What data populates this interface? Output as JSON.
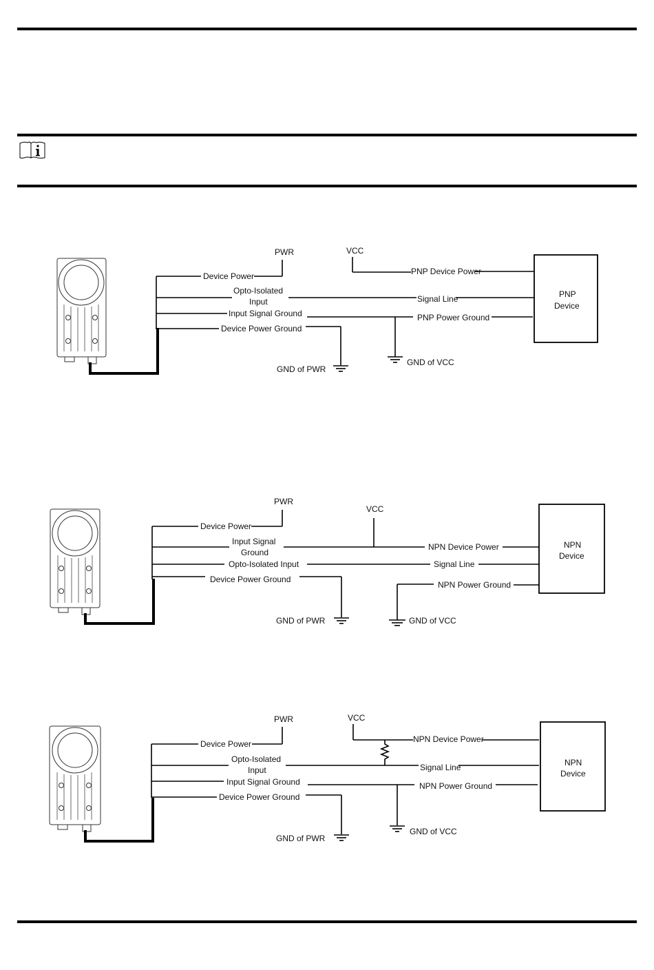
{
  "page": {
    "rules": [
      "top-rule",
      "note-top-rule",
      "note-bottom-rule",
      "footer-rule"
    ],
    "note_icon": "info-book-icon"
  },
  "diagrams": [
    {
      "id": "pnp",
      "camera_icon": "camera-icon",
      "pwr": "PWR",
      "vcc": "VCC",
      "device_power": "Device Power",
      "line2_a": "Opto-Isolated",
      "line2_b": "Input",
      "line3_a": "Input Signal Ground",
      "line3_b": "",
      "device_power_ground": "Device Power Ground",
      "gnd_pwr": "GND of PWR",
      "gnd_vcc": "GND of VCC",
      "ext_power": "PNP Device Power",
      "signal_line": "Signal Line",
      "ext_ground": "PNP Power Ground",
      "device_a": "PNP",
      "device_b": "Device"
    },
    {
      "id": "npn",
      "camera_icon": "camera-icon",
      "pwr": "PWR",
      "vcc": "VCC",
      "device_power": "Device Power",
      "line2_a": "Input Signal",
      "line2_b": "Ground",
      "line3_a": "Opto-Isolated Input",
      "line3_b": "",
      "device_power_ground": "Device Power Ground",
      "gnd_pwr": "GND of PWR",
      "gnd_vcc": "GND of VCC",
      "ext_power": "NPN Device Power",
      "signal_line": "Signal Line",
      "ext_ground": "NPN  Power Ground",
      "device_a": "NPN",
      "device_b": "Device"
    },
    {
      "id": "npn-pullup",
      "camera_icon": "camera-icon",
      "pwr": "PWR",
      "vcc": "VCC",
      "device_power": "Device Power",
      "line2_a": "Opto-Isolated",
      "line2_b": "Input",
      "line3_a": "Input Signal Ground",
      "line3_b": "",
      "device_power_ground": "Device Power Ground",
      "gnd_pwr": "GND of PWR",
      "gnd_vcc": "GND of VCC",
      "ext_power": "NPN Device Power",
      "signal_line": "Signal Line",
      "ext_ground": "NPN Power Ground",
      "device_a": "NPN",
      "device_b": "Device",
      "resistor_icon": "pull-up-resistor-icon"
    }
  ]
}
